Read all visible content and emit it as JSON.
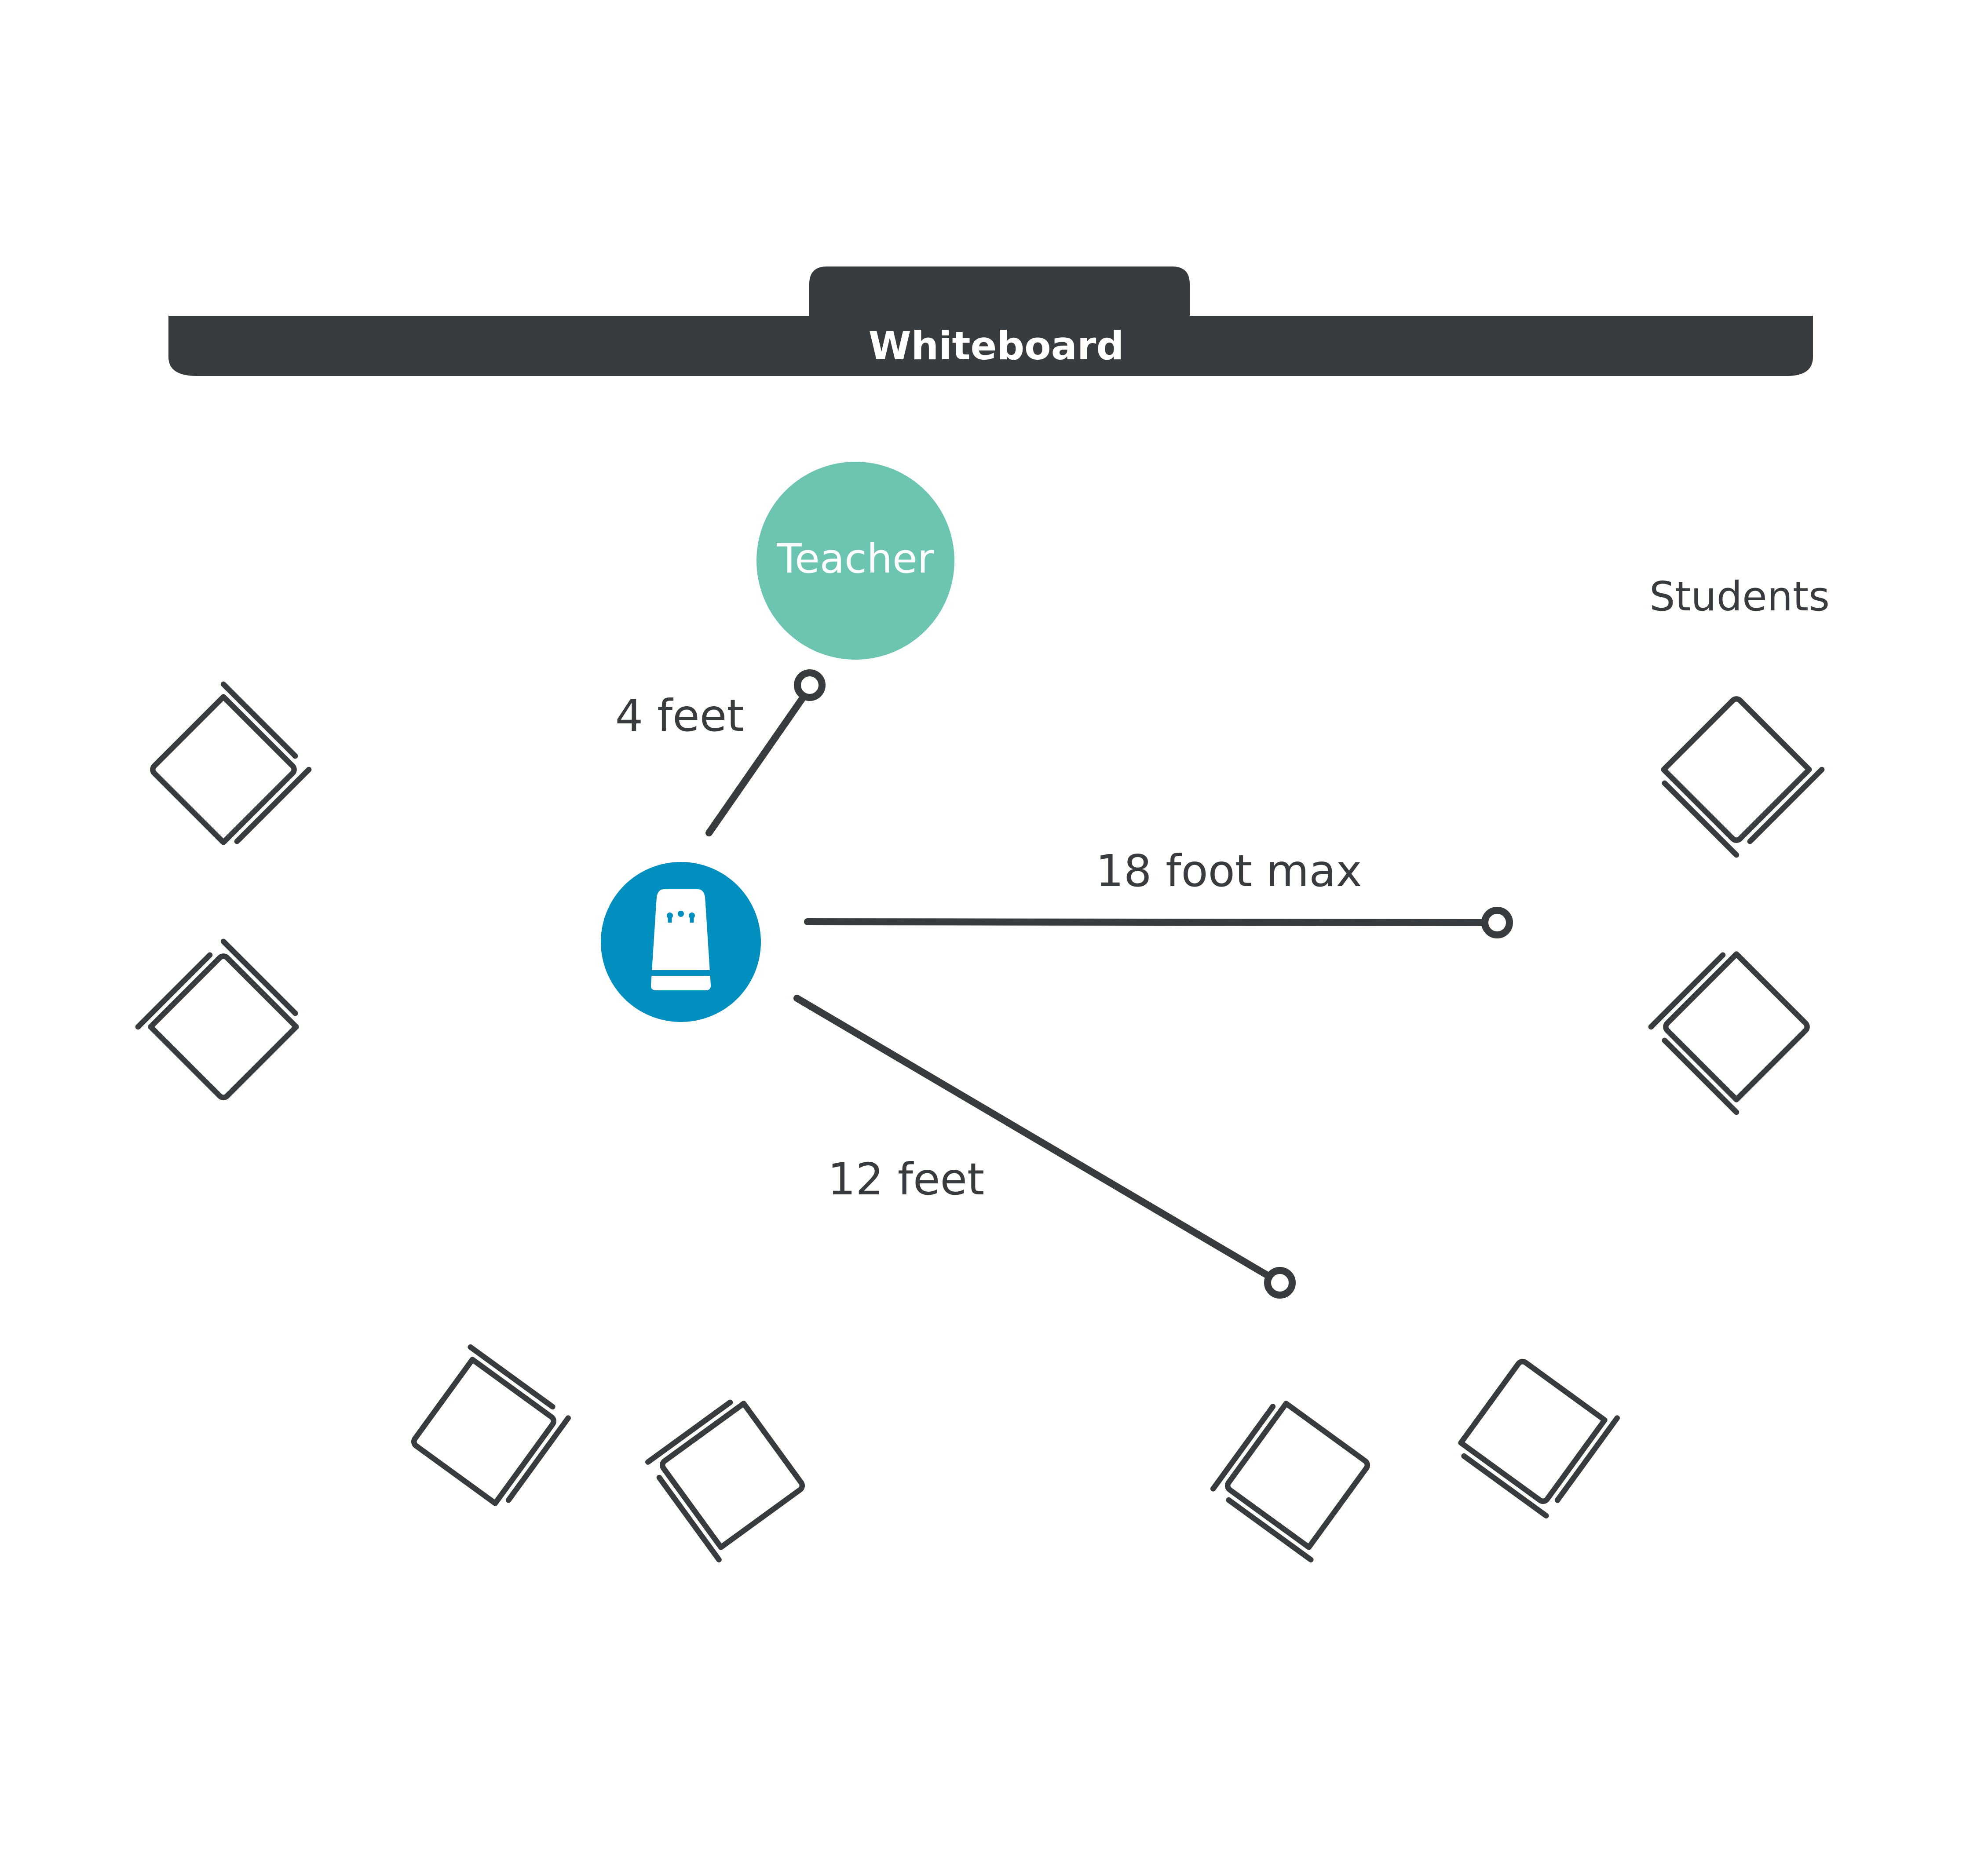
{
  "whiteboard": {
    "label": "Whiteboard"
  },
  "teacher": {
    "label": "Teacher"
  },
  "students": {
    "label": "Students"
  },
  "distances": {
    "teacher": "4 feet",
    "max": "18 foot max",
    "student": "12 feet"
  },
  "colors": {
    "dark": "#383c3f",
    "teacher_fill": "#6bc5b0",
    "device_fill": "#008fbf",
    "white": "#ffffff"
  },
  "icons": {
    "device": "speaker-device-icon",
    "chair": "chair-icon"
  }
}
